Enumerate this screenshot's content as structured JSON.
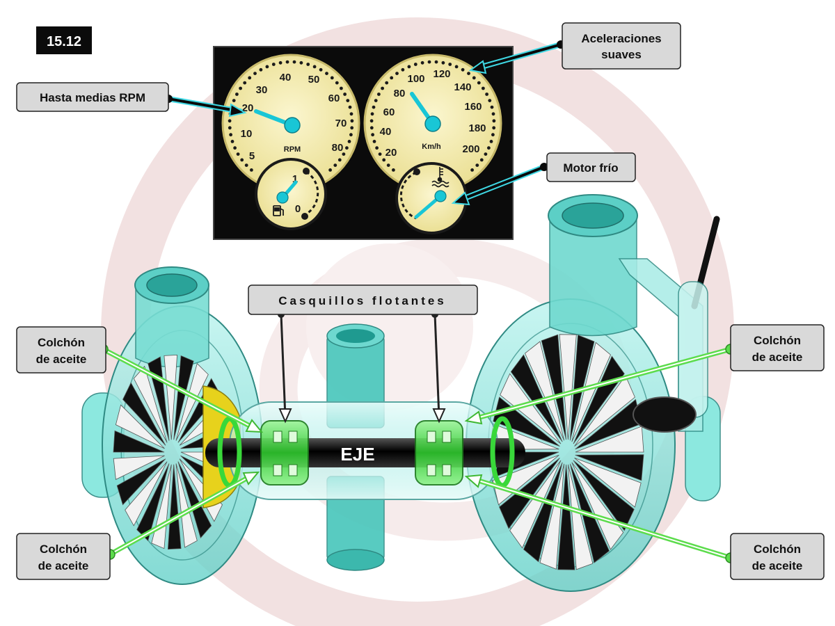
{
  "figure_number": "15.12",
  "colors": {
    "panel": "#0b0b0b",
    "dial_face": "#f6efb0",
    "needle": "#19c6d6",
    "callout_box": "#d9d9d9",
    "gauge_leader": "#3fd8e4",
    "oil_leader": "#5cdc4c",
    "shaft": "#111111",
    "bushing": "#4ee04a",
    "housing_glass": "#7fe9e0",
    "watermark": "#e8c9c9"
  },
  "labels": {
    "hasta_medias_rpm": "Hasta medias RPM",
    "aceleraciones_1": "Aceleraciones",
    "aceleraciones_2": "suaves",
    "motor_frio": "Motor frío",
    "casquillos": "Casquillos flotantes",
    "colchon_1": "Colchón",
    "colchon_2": "de aceite",
    "eje": "EJE"
  },
  "tachometer": {
    "unit": "RPM",
    "ticks": [
      "5",
      "10",
      "20",
      "30",
      "40",
      "50",
      "60",
      "70",
      "80"
    ]
  },
  "speedometer": {
    "unit": "Km/h",
    "ticks": [
      "20",
      "40",
      "60",
      "80",
      "100",
      "120",
      "140",
      "160",
      "180",
      "200"
    ]
  },
  "fuel_gauge": {
    "ticks": [
      "0",
      "1"
    ],
    "icon": "fuel-pump-icon"
  },
  "temp_gauge": {
    "icon": "coolant-temperature-icon"
  }
}
